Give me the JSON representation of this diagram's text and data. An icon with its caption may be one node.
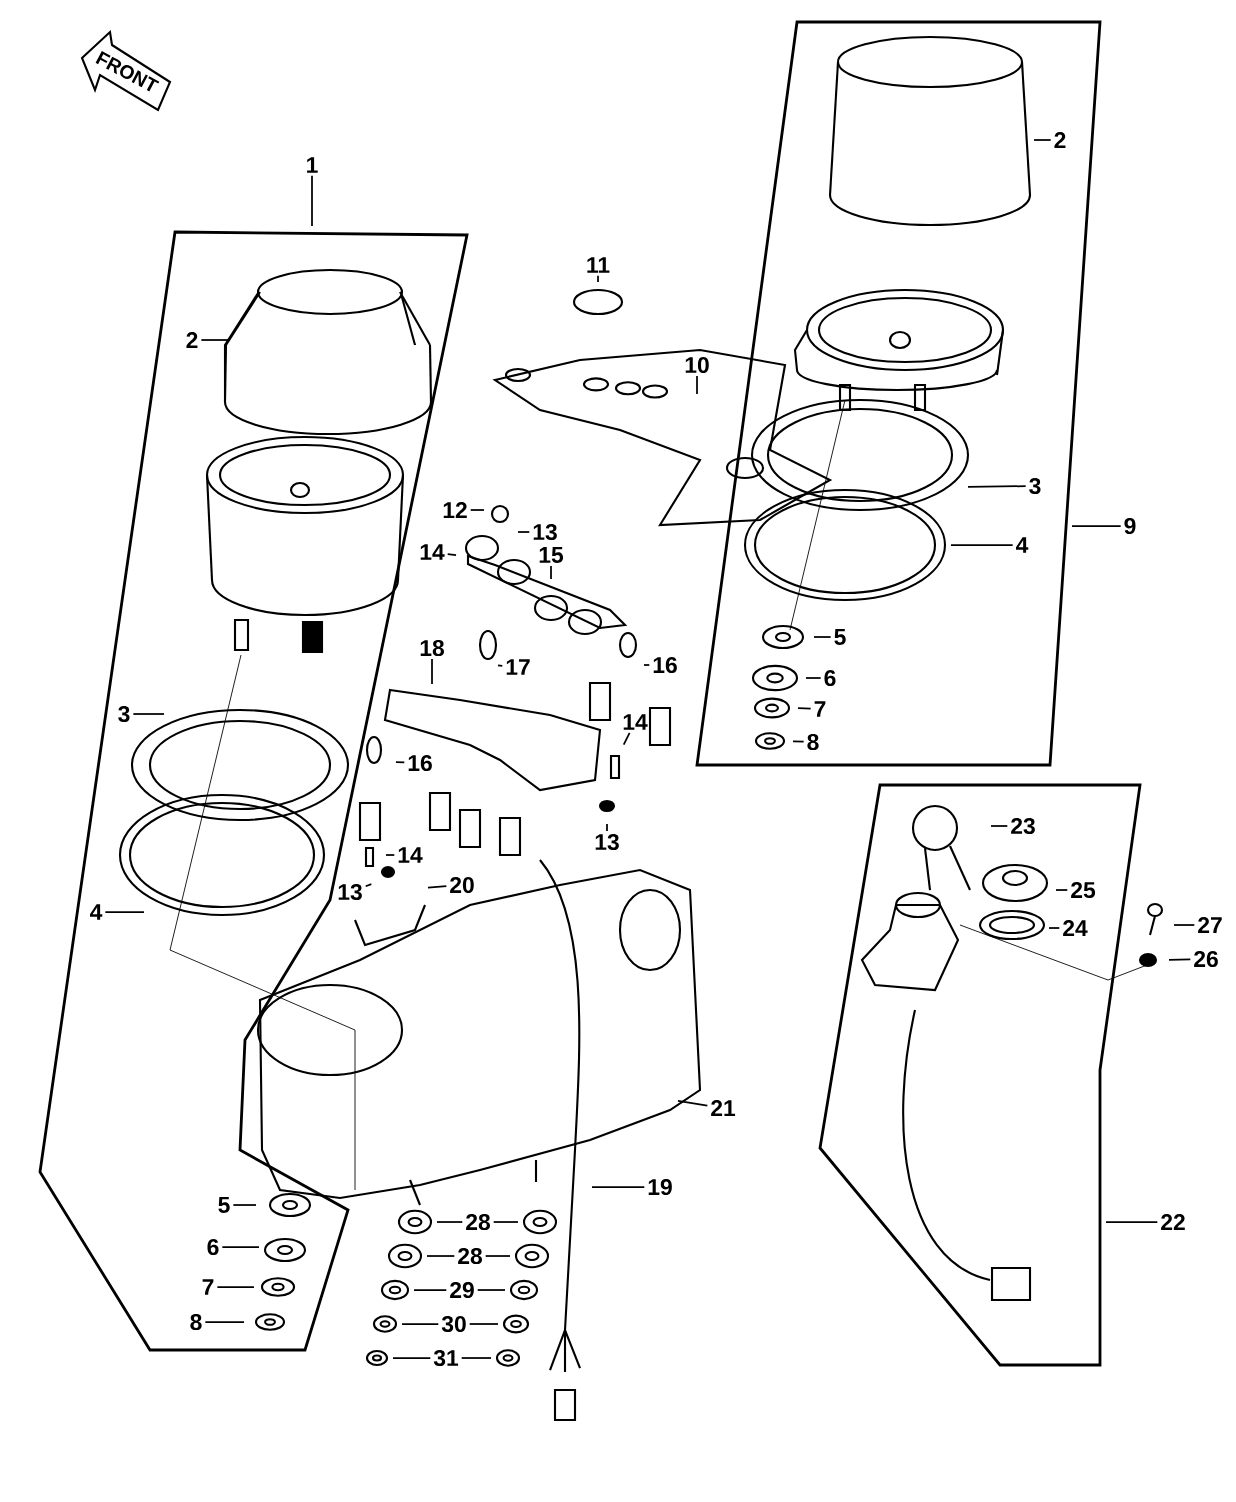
{
  "diagram": {
    "nodes": [
      {
        "text": [
          "1"
        ]
      },
      {
        "text": [
          "2"
        ]
      },
      {
        "text": [
          "3"
        ]
      },
      {
        "text": [
          "4"
        ]
      },
      {
        "text": [
          "5"
        ]
      },
      {
        "text": [
          "6"
        ]
      },
      {
        "text": [
          "7"
        ]
      },
      {
        "text": [
          "8"
        ]
      },
      {
        "text": [
          "2"
        ]
      },
      {
        "text": [
          "3"
        ]
      },
      {
        "text": [
          "9"
        ]
      },
      {
        "text": [
          "4"
        ]
      },
      {
        "text": [
          "5"
        ]
      },
      {
        "text": [
          "6"
        ]
      },
      {
        "text": [
          "7"
        ]
      },
      {
        "text": [
          "8"
        ]
      },
      {
        "text": [
          "10"
        ]
      },
      {
        "text": [
          "11"
        ]
      },
      {
        "text": [
          "12"
        ]
      },
      {
        "text": [
          "13"
        ]
      },
      {
        "text": [
          "14"
        ]
      },
      {
        "text": [
          "15"
        ]
      },
      {
        "text": [
          "16"
        ]
      },
      {
        "text": [
          "17"
        ]
      },
      {
        "text": [
          "18"
        ]
      },
      {
        "text": [
          "16"
        ]
      },
      {
        "text": [
          "14"
        ]
      },
      {
        "text": [
          "13"
        ]
      },
      {
        "text": [
          "14"
        ]
      },
      {
        "text": [
          "13"
        ]
      },
      {
        "text": [
          "20"
        ]
      },
      {
        "text": [
          "21"
        ]
      },
      {
        "text": [
          "19"
        ]
      },
      {
        "text": [
          "22"
        ]
      },
      {
        "text": [
          "23"
        ]
      },
      {
        "text": [
          "25"
        ]
      },
      {
        "text": [
          "24"
        ]
      },
      {
        "text": [
          "27"
        ]
      },
      {
        "text": [
          "26"
        ]
      },
      {
        "text": [
          "28"
        ]
      },
      {
        "text": [
          "28"
        ]
      },
      {
        "text": [
          "29"
        ]
      },
      {
        "text": [
          "30"
        ]
      },
      {
        "text": [
          "31"
        ]
      }
    ],
    "edges": [
      {
        "from": 0,
        "to": null,
        "arrow": "none"
      },
      {
        "from": 1,
        "to": null,
        "arrow": "none"
      },
      {
        "from": 2,
        "to": null,
        "arrow": "none"
      },
      {
        "from": 3,
        "to": null,
        "arrow": "none"
      },
      {
        "from": 4,
        "to": null,
        "arrow": "none"
      },
      {
        "from": 5,
        "to": null,
        "arrow": "none"
      },
      {
        "from": 6,
        "to": null,
        "arrow": "none"
      },
      {
        "from": 7,
        "to": null,
        "arrow": "none"
      },
      {
        "from": 8,
        "to": null,
        "arrow": "none"
      },
      {
        "from": 9,
        "to": null,
        "arrow": "none"
      },
      {
        "from": 10,
        "to": null,
        "arrow": "none"
      },
      {
        "from": 11,
        "to": null,
        "arrow": "none"
      },
      {
        "from": 12,
        "to": null,
        "arrow": "none"
      },
      {
        "from": 13,
        "to": null,
        "arrow": "none"
      },
      {
        "from": 14,
        "to": null,
        "arrow": "none"
      },
      {
        "from": 15,
        "to": null,
        "arrow": "none"
      },
      {
        "from": 16,
        "to": null,
        "arrow": "none"
      },
      {
        "from": 17,
        "to": null,
        "arrow": "none"
      },
      {
        "from": 18,
        "to": null,
        "arrow": "none"
      },
      {
        "from": 19,
        "to": null,
        "arrow": "none"
      },
      {
        "from": 20,
        "to": null,
        "arrow": "none"
      },
      {
        "from": 21,
        "to": null,
        "arrow": "none"
      },
      {
        "from": 22,
        "to": null,
        "arrow": "none"
      },
      {
        "from": 23,
        "to": null,
        "arrow": "none"
      },
      {
        "from": 24,
        "to": null,
        "arrow": "none"
      },
      {
        "from": 25,
        "to": null,
        "arrow": "none"
      },
      {
        "from": 26,
        "to": null,
        "arrow": "none"
      },
      {
        "from": 27,
        "to": null,
        "arrow": "none"
      },
      {
        "from": 28,
        "to": null,
        "arrow": "none"
      },
      {
        "from": 29,
        "to": null,
        "arrow": "none"
      },
      {
        "from": 30,
        "to": null,
        "arrow": "none"
      },
      {
        "from": 31,
        "to": null,
        "arrow": "none"
      },
      {
        "from": 32,
        "to": null,
        "arrow": "none"
      },
      {
        "from": 33,
        "to": null,
        "arrow": "none"
      },
      {
        "from": 34,
        "to": null,
        "arrow": "none"
      },
      {
        "from": 35,
        "to": null,
        "arrow": "none"
      },
      {
        "from": 36,
        "to": null,
        "arrow": "none"
      },
      {
        "from": 37,
        "to": null,
        "arrow": "none"
      },
      {
        "from": 38,
        "to": null,
        "arrow": "none"
      },
      {
        "from": 39,
        "to": null,
        "arrow": "none"
      },
      {
        "from": 39,
        "to": null,
        "arrow": "none"
      },
      {
        "from": 40,
        "to": null,
        "arrow": "none"
      },
      {
        "from": 40,
        "to": null,
        "arrow": "none"
      },
      {
        "from": 41,
        "to": null,
        "arrow": "none"
      },
      {
        "from": 41,
        "to": null,
        "arrow": "none"
      },
      {
        "from": 42,
        "to": null,
        "arrow": "none"
      },
      {
        "from": 42,
        "to": null,
        "arrow": "none"
      },
      {
        "from": 43,
        "to": null,
        "arrow": "none"
      },
      {
        "from": 43,
        "to": null,
        "arrow": "none"
      }
    ],
    "labels": [
      "FRONT"
    ]
  }
}
